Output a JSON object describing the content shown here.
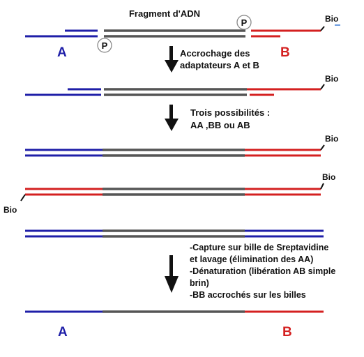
{
  "title": "Fragment d'ADN",
  "labels": {
    "a_top": "A",
    "b_top": "B",
    "a_bottom": "A",
    "b_bottom": "B"
  },
  "phosphate": "P",
  "bio": "Bio",
  "steps": {
    "step1": [
      "Accrochage des",
      "adaptateurs A et B"
    ],
    "step2": [
      "Trois possibilités :",
      "AA ,BB ou AB"
    ],
    "step3": [
      "-Capture sur bille de Sreptavidine",
      "et lavage (élimination des AA)",
      "-Dénaturation (libération AB simple",
      "brin)",
      "-BB accrochés sur les billes"
    ]
  },
  "colors": {
    "adapter_a": "#1f1fa8",
    "adapter_b": "#d42020",
    "fragment": "#555555",
    "bead": "#3a7bd5"
  }
}
